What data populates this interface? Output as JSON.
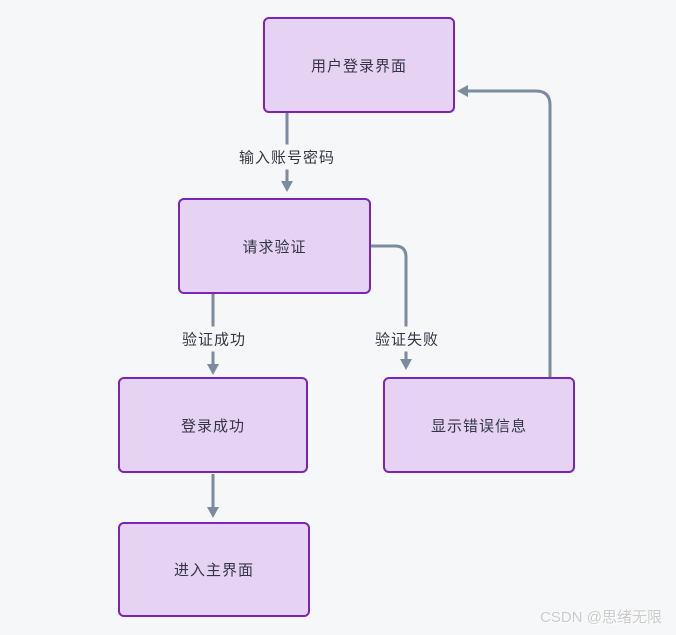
{
  "colors": {
    "background": "#f5f7f9",
    "node_fill": "#e6d3f4",
    "node_border": "#7d24b8",
    "node_text": "#343446",
    "edge": "#7c8b9d",
    "label_text": "#343446",
    "watermark": "#cbcbcb"
  },
  "chart_data": {
    "type": "flowchart",
    "nodes": [
      {
        "id": "login",
        "label": "用户登录界面"
      },
      {
        "id": "verify",
        "label": "请求验证"
      },
      {
        "id": "success",
        "label": "登录成功"
      },
      {
        "id": "error",
        "label": "显示错误信息"
      },
      {
        "id": "main",
        "label": "进入主界面"
      }
    ],
    "edges": [
      {
        "from": "login",
        "to": "verify",
        "label": "输入账号密码"
      },
      {
        "from": "verify",
        "to": "success",
        "label": "验证成功"
      },
      {
        "from": "verify",
        "to": "error",
        "label": "验证失败"
      },
      {
        "from": "success",
        "to": "main",
        "label": ""
      },
      {
        "from": "error",
        "to": "login",
        "label": ""
      }
    ]
  },
  "nodes": [
    {
      "label": "用户登录界面"
    },
    {
      "label": "请求验证"
    },
    {
      "label": "登录成功"
    },
    {
      "label": "显示错误信息"
    },
    {
      "label": "进入主界面"
    }
  ],
  "edge_labels": {
    "input_credentials": "输入账号密码",
    "verify_success": "验证成功",
    "verify_fail": "验证失败"
  },
  "watermark": {
    "text": "CSDN @思绪无限"
  }
}
